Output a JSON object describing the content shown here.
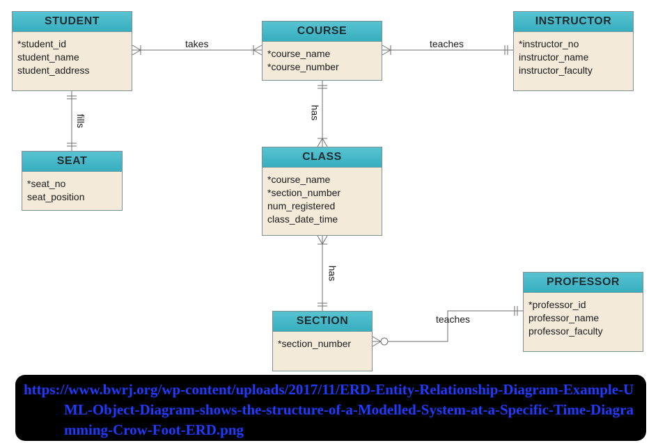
{
  "entities": {
    "student": {
      "title": "STUDENT",
      "attributes": [
        "*student_id",
        "student_name",
        "student_address"
      ]
    },
    "course": {
      "title": "COURSE",
      "attributes": [
        "*course_name",
        "*course_number"
      ]
    },
    "instructor": {
      "title": "INSTRUCTOR",
      "attributes": [
        "*instructor_no",
        "instructor_name",
        "instructor_faculty"
      ]
    },
    "seat": {
      "title": "SEAT",
      "attributes": [
        "*seat_no",
        "seat_position"
      ]
    },
    "class": {
      "title": "CLASS",
      "attributes": [
        "*course_name",
        "*section_number",
        "num_registered",
        "class_date_time"
      ]
    },
    "professor": {
      "title": "PROFESSOR",
      "attributes": [
        "*professor_id",
        "professor_name",
        "professor_faculty"
      ]
    },
    "section": {
      "title": "SECTION",
      "attributes": [
        "*section_number"
      ]
    }
  },
  "relationships": {
    "takes": "takes",
    "teaches_course": "teaches",
    "fills": "fills",
    "has_course_class": "has",
    "has_class_section": "has",
    "teaches_section": "teaches"
  },
  "banner": {
    "url": "https://www.bwrj.org/wp-content/uploads/2017/11/ERD-Entity-Relationship-Diagram-Example-UML-Object-Diagram-shows-the-structure-of-a-Modelled-System-at-a-Specific-Time-Diagramming-Crow-Foot-ERD.png"
  },
  "colors": {
    "entity_header": "#45b8c8",
    "entity_body": "#f3ead9",
    "line": "#7a7a7a",
    "banner_background": "#000000",
    "banner_text": "#1f3bff"
  }
}
